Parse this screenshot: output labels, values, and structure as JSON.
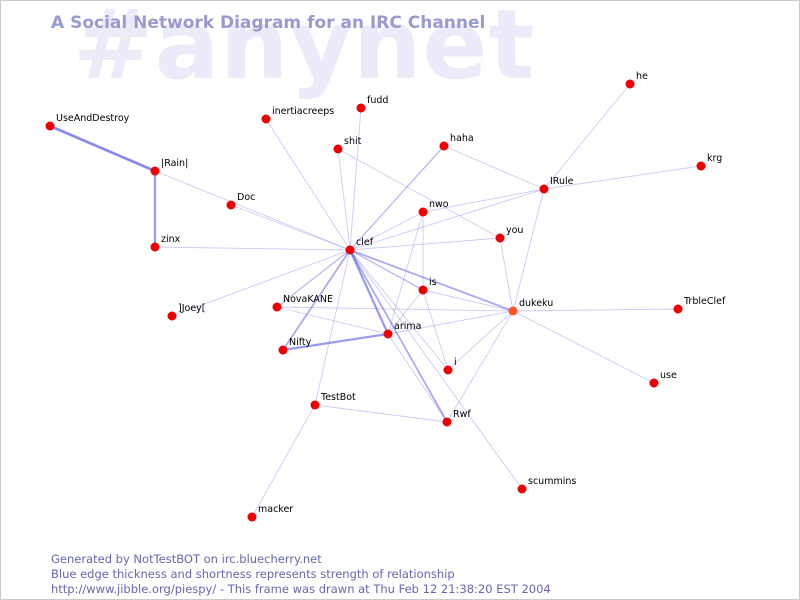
{
  "title": "A Social Network Diagram for an IRC Channel",
  "watermark": "#anynet",
  "colors": {
    "edge": "#5c5ce6",
    "node": "#ee0000",
    "node_highlight": "#ff5522",
    "title": "#9a9ad2",
    "footer": "#6666b0",
    "watermark": "#ebebf9"
  },
  "nodes": [
    {
      "id": "UseAndDestroy",
      "label": "UseAndDestroy"
    },
    {
      "id": "Rain",
      "label": "|Rain|"
    },
    {
      "id": "zinx",
      "label": "zinx"
    },
    {
      "id": "Doc",
      "label": "Doc"
    },
    {
      "id": "inertiacreeps",
      "label": "inertiacreeps"
    },
    {
      "id": "fudd",
      "label": "fudd"
    },
    {
      "id": "shit",
      "label": "shit"
    },
    {
      "id": "haha",
      "label": "haha"
    },
    {
      "id": "he",
      "label": "he"
    },
    {
      "id": "krg",
      "label": "krg"
    },
    {
      "id": "IRule",
      "label": "IRule"
    },
    {
      "id": "nwo",
      "label": "nwo"
    },
    {
      "id": "you",
      "label": "you"
    },
    {
      "id": "clef",
      "label": "clef"
    },
    {
      "id": "Joey",
      "label": "]Joey["
    },
    {
      "id": "NovaKANE",
      "label": "NovaKANE"
    },
    {
      "id": "is",
      "label": "is"
    },
    {
      "id": "dukeku",
      "label": "dukeku",
      "highlight": true
    },
    {
      "id": "TrbleClef",
      "label": "TrbleClef"
    },
    {
      "id": "arima",
      "label": "arima"
    },
    {
      "id": "Nifty",
      "label": "Nifty"
    },
    {
      "id": "i",
      "label": "i"
    },
    {
      "id": "use",
      "label": "use"
    },
    {
      "id": "TestBot",
      "label": "TestBot"
    },
    {
      "id": "Rwf",
      "label": "Rwf"
    },
    {
      "id": "scummins",
      "label": "scummins"
    },
    {
      "id": "macker",
      "label": "macker"
    }
  ],
  "edges": [
    {
      "source": "UseAndDestroy",
      "target": "Rain",
      "weight": 3
    },
    {
      "source": "Rain",
      "target": "zinx",
      "weight": 2.5
    },
    {
      "source": "Rain",
      "target": "clef",
      "weight": 1
    },
    {
      "source": "zinx",
      "target": "clef",
      "weight": 1
    },
    {
      "source": "Doc",
      "target": "clef",
      "weight": 1
    },
    {
      "source": "inertiacreeps",
      "target": "clef",
      "weight": 1
    },
    {
      "source": "fudd",
      "target": "clef",
      "weight": 1
    },
    {
      "source": "shit",
      "target": "clef",
      "weight": 1
    },
    {
      "source": "shit",
      "target": "you",
      "weight": 1
    },
    {
      "source": "haha",
      "target": "clef",
      "weight": 1.5
    },
    {
      "source": "haha",
      "target": "IRule",
      "weight": 1
    },
    {
      "source": "he",
      "target": "IRule",
      "weight": 1
    },
    {
      "source": "krg",
      "target": "IRule",
      "weight": 1
    },
    {
      "source": "IRule",
      "target": "clef",
      "weight": 1
    },
    {
      "source": "IRule",
      "target": "nwo",
      "weight": 1
    },
    {
      "source": "IRule",
      "target": "dukeku",
      "weight": 1
    },
    {
      "source": "nwo",
      "target": "clef",
      "weight": 1
    },
    {
      "source": "nwo",
      "target": "is",
      "weight": 1
    },
    {
      "source": "nwo",
      "target": "arima",
      "weight": 1
    },
    {
      "source": "you",
      "target": "clef",
      "weight": 1
    },
    {
      "source": "you",
      "target": "dukeku",
      "weight": 1
    },
    {
      "source": "Joey",
      "target": "clef",
      "weight": 1
    },
    {
      "source": "clef",
      "target": "NovaKANE",
      "weight": 1.5
    },
    {
      "source": "clef",
      "target": "is",
      "weight": 1.5
    },
    {
      "source": "clef",
      "target": "dukeku",
      "weight": 2
    },
    {
      "source": "clef",
      "target": "arima",
      "weight": 2.5
    },
    {
      "source": "clef",
      "target": "Nifty",
      "weight": 2
    },
    {
      "source": "clef",
      "target": "i",
      "weight": 1
    },
    {
      "source": "clef",
      "target": "Rwf",
      "weight": 2
    },
    {
      "source": "clef",
      "target": "TestBot",
      "weight": 1
    },
    {
      "source": "clef",
      "target": "scummins",
      "weight": 1
    },
    {
      "source": "NovaKANE",
      "target": "arima",
      "weight": 1
    },
    {
      "source": "NovaKANE",
      "target": "dukeku",
      "weight": 1
    },
    {
      "source": "is",
      "target": "dukeku",
      "weight": 1
    },
    {
      "source": "is",
      "target": "arima",
      "weight": 1
    },
    {
      "source": "is",
      "target": "i",
      "weight": 1
    },
    {
      "source": "arima",
      "target": "Nifty",
      "weight": 2.5
    },
    {
      "source": "arima",
      "target": "dukeku",
      "weight": 1
    },
    {
      "source": "arima",
      "target": "Rwf",
      "weight": 1
    },
    {
      "source": "dukeku",
      "target": "TrbleClef",
      "weight": 1
    },
    {
      "source": "dukeku",
      "target": "use",
      "weight": 1
    },
    {
      "source": "dukeku",
      "target": "i",
      "weight": 1
    },
    {
      "source": "dukeku",
      "target": "Rwf",
      "weight": 1
    },
    {
      "source": "TestBot",
      "target": "Rwf",
      "weight": 1
    },
    {
      "source": "TestBot",
      "target": "macker",
      "weight": 1
    }
  ],
  "footer": {
    "line1": "Generated by NotTestBOT on irc.bluecherry.net",
    "line2": "Blue edge thickness and shortness represents strength of relationship",
    "line3": "http://www.jibble.org/piespy/ - This frame was drawn at Thu Feb 12 21:38:20 EST 2004"
  }
}
